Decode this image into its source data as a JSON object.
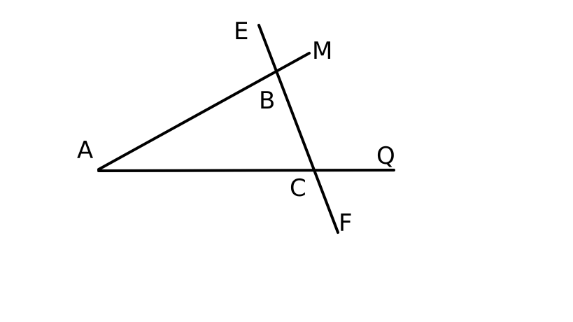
{
  "diagram": {
    "points": {
      "A": "A",
      "B": "B",
      "C": "C",
      "E": "E",
      "F": "F",
      "M": "M",
      "Q": "Q"
    },
    "line_color": "#000000",
    "background": "#ffffff"
  }
}
